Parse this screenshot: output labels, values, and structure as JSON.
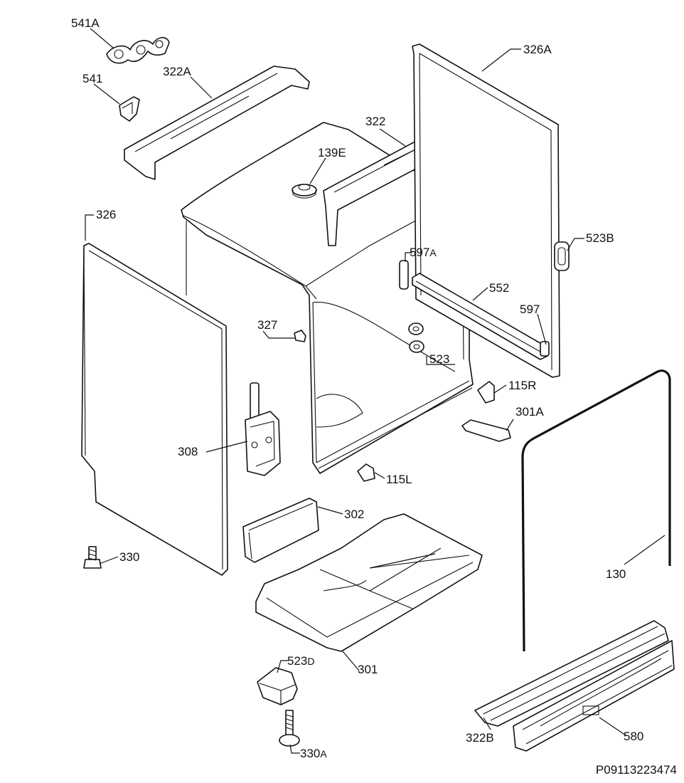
{
  "drawing_id": "P09113223474",
  "callouts": [
    {
      "key": "541a",
      "main": "541A",
      "suffix": ""
    },
    {
      "key": "541",
      "main": "541",
      "suffix": ""
    },
    {
      "key": "322a",
      "main": "322A",
      "suffix": ""
    },
    {
      "key": "326a",
      "main": "326A",
      "suffix": ""
    },
    {
      "key": "322",
      "main": "322",
      "suffix": ""
    },
    {
      "key": "139e",
      "main": "139E",
      "suffix": ""
    },
    {
      "key": "326",
      "main": "326",
      "suffix": ""
    },
    {
      "key": "523b",
      "main": "523B",
      "suffix": ""
    },
    {
      "key": "597a",
      "main": "597",
      "suffix": "A"
    },
    {
      "key": "552",
      "main": "552",
      "suffix": ""
    },
    {
      "key": "597",
      "main": "597",
      "suffix": ""
    },
    {
      "key": "327",
      "main": "327",
      "suffix": ""
    },
    {
      "key": "523",
      "main": "523",
      "suffix": ""
    },
    {
      "key": "115r",
      "main": "115R",
      "suffix": ""
    },
    {
      "key": "301a",
      "main": "301A",
      "suffix": ""
    },
    {
      "key": "308",
      "main": "308",
      "suffix": ""
    },
    {
      "key": "115l",
      "main": "115L",
      "suffix": ""
    },
    {
      "key": "302",
      "main": "302",
      "suffix": ""
    },
    {
      "key": "330",
      "main": "330",
      "suffix": ""
    },
    {
      "key": "130",
      "main": "130",
      "suffix": ""
    },
    {
      "key": "523d",
      "main": "523",
      "suffix": "D"
    },
    {
      "key": "301",
      "main": "301",
      "suffix": ""
    },
    {
      "key": "322b",
      "main": "322B",
      "suffix": ""
    },
    {
      "key": "580",
      "main": "580",
      "suffix": ""
    },
    {
      "key": "330a",
      "main": "330",
      "suffix": "A"
    }
  ]
}
